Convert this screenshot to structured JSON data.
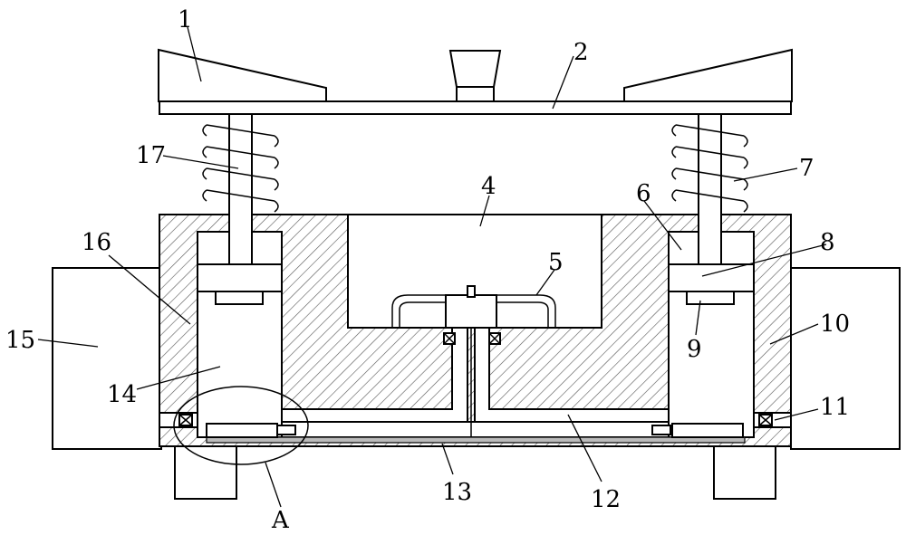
{
  "labels": {
    "l1": "1",
    "l2": "2",
    "l4": "4",
    "l5": "5",
    "l6": "6",
    "l7": "7",
    "l8": "8",
    "l9": "9",
    "l10": "10",
    "l11": "11",
    "l12": "12",
    "l13": "13",
    "l14": "14",
    "l15": "15",
    "l16": "16",
    "l17": "17",
    "lA": "A"
  }
}
